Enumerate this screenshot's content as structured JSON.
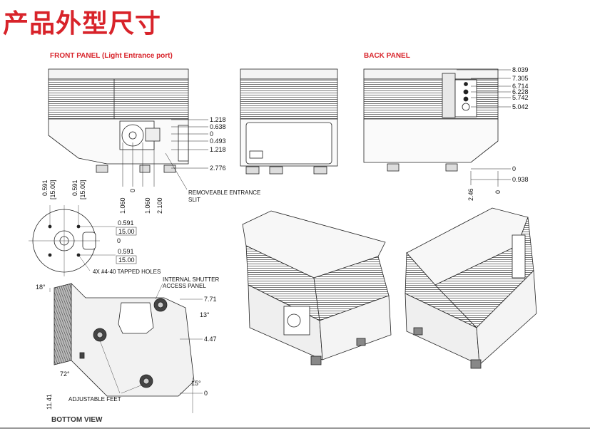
{
  "header": {
    "title": "产品外型尺寸"
  },
  "sections": {
    "front": "FRONT PANEL (Light Entrance port)",
    "back": "BACK PANEL",
    "bottom": "BOTTOM VIEW"
  },
  "front_dims": {
    "right": [
      "1.218",
      "0.638",
      "0",
      "0.493",
      "1.218",
      "2.776"
    ],
    "bottom": [
      "1.060",
      "0",
      "1.060",
      "2.100"
    ],
    "slit_label_1": "REMOVEABLE ENTRANCE",
    "slit_label_2": "SLIT"
  },
  "back_dims": {
    "right": [
      "8.039",
      "7.305",
      "6.714",
      "6.228",
      "5.742",
      "5.042",
      "0",
      "0.938"
    ],
    "bottom": [
      "2.46",
      "0"
    ]
  },
  "port_detail": {
    "top_a": "0.591",
    "top_a_mm": "[15.00]",
    "top_b": "0.591",
    "top_b_mm": "[15.00]",
    "right_a": "0.591",
    "right_a_mm": "15.00",
    "zero": "0",
    "right_b": "0.591",
    "right_b_mm": "15.00",
    "holes": "4X #4-40 TAPPED HOLES"
  },
  "bottom_view": {
    "angle_top": "18°",
    "shutter_1": "INTERNAL SHUTTER",
    "shutter_2": "ACCESS PANEL",
    "d771": "7.71",
    "angle_13": "13°",
    "d447": "4.47",
    "angle_72": "72°",
    "angle_15": "15°",
    "zero": "0",
    "d1141": "11.41",
    "feet": "ADJUSTABLE FEET"
  }
}
